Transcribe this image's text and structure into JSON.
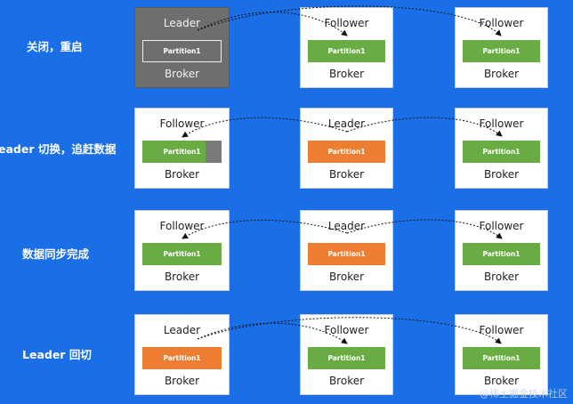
{
  "rows": [
    {
      "label": "关闭，重启",
      "brokers": [
        {
          "role": "Leader",
          "partition": "Partition1",
          "name": "Broker",
          "state": "offline",
          "fill": "outline"
        },
        {
          "role": "Follower",
          "partition": "Partition1",
          "name": "Broker",
          "state": "online",
          "fill": "green"
        },
        {
          "role": "Follower",
          "partition": "Partition1",
          "name": "Broker",
          "state": "online",
          "fill": "green"
        }
      ]
    },
    {
      "label": "eader 切换，追赶数据",
      "brokers": [
        {
          "role": "Follower",
          "partition": "Partition1",
          "name": "Broker",
          "state": "online",
          "fill": "green",
          "lagging": true
        },
        {
          "role": "Leader",
          "partition": "Partition1",
          "name": "Broker",
          "state": "online",
          "fill": "orange"
        },
        {
          "role": "Follower",
          "partition": "Partition1",
          "name": "Broker",
          "state": "online",
          "fill": "green"
        }
      ]
    },
    {
      "label": "数据同步完成",
      "brokers": [
        {
          "role": "Follower",
          "partition": "Partition1",
          "name": "Broker",
          "state": "online",
          "fill": "green"
        },
        {
          "role": "Leader",
          "partition": "Partition1",
          "name": "Broker",
          "state": "online",
          "fill": "orange"
        },
        {
          "role": "Follower",
          "partition": "Partition1",
          "name": "Broker",
          "state": "online",
          "fill": "green"
        }
      ]
    },
    {
      "label": "Leader 回切",
      "brokers": [
        {
          "role": "Leader",
          "partition": "Partition1",
          "name": "Broker",
          "state": "online",
          "fill": "orange"
        },
        {
          "role": "Follower",
          "partition": "Partition1",
          "name": "Broker",
          "state": "online",
          "fill": "green"
        },
        {
          "role": "Follower",
          "partition": "Partition1",
          "name": "Broker",
          "state": "online",
          "fill": "green"
        }
      ]
    }
  ],
  "watermark": "@稀土掘金技术社区",
  "colors": {
    "background": "#1a6fe6",
    "leader_partition": "#ed7d31",
    "follower_partition": "#6aac44",
    "offline_broker": "#6e6e6e"
  }
}
